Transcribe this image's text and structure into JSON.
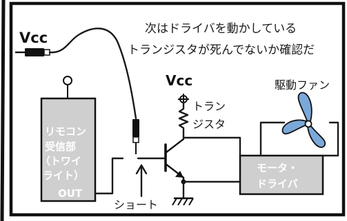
{
  "caption": {
    "line1": "次はドライバを動かしている",
    "line2": "トランジスタが死んでないか確認だ"
  },
  "probe_vcc_label": "Vcc",
  "circuit_vcc_label": "Vcc",
  "remote_receiver": {
    "line1": "リモコン",
    "line2": "受信部",
    "line3": "（トワイ",
    "line4": "ライト）",
    "out_label": "OUT"
  },
  "transistor_label": {
    "line1": "トラン",
    "line2": "ジスタ"
  },
  "motor_driver": {
    "line1": "モータ・",
    "line2": "ドライバ"
  },
  "fan_label": "駆動ファン",
  "short_label": "ショート",
  "colors": {
    "box_fill": "#cfcfcf",
    "fan_blue": "#7aa8d8",
    "panel_border": "#111111"
  }
}
